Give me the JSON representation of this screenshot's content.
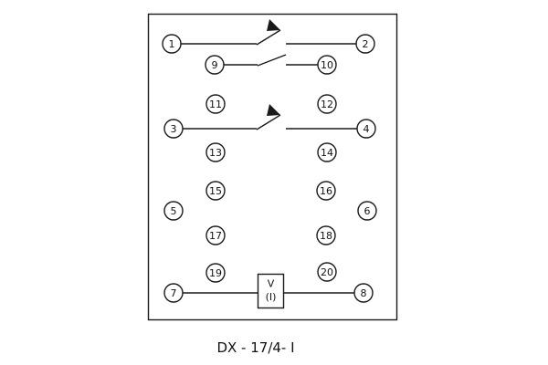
{
  "caption": "DX - 17/4- I",
  "coil": {
    "line1": "V",
    "line2": "(I)"
  },
  "terminals": {
    "t1": "1",
    "t2": "2",
    "t3": "3",
    "t4": "4",
    "t5": "5",
    "t6": "6",
    "t7": "7",
    "t8": "8",
    "t9": "9",
    "t10": "10",
    "t11": "11",
    "t12": "12",
    "t13": "13",
    "t14": "14",
    "t15": "15",
    "t16": "16",
    "t17": "17",
    "t18": "18",
    "t19": "19",
    "t20": "20"
  },
  "colors": {
    "stroke": "#1a1a1a",
    "background": "#ffffff"
  }
}
